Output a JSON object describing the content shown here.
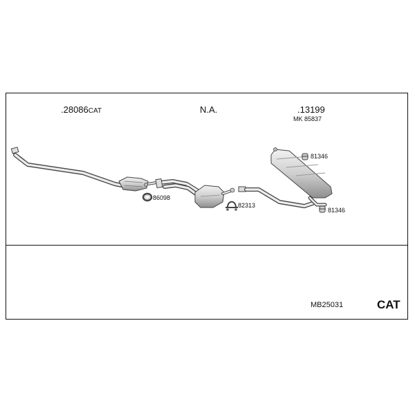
{
  "header": {
    "group_1": {
      "part": ".28086",
      "suffix": "CAT"
    },
    "group_2": {
      "part": "N.A."
    },
    "group_3": {
      "part": ".13199",
      "kit": "MK 85837"
    }
  },
  "callouts": {
    "ring": "86098",
    "clamp": "82313",
    "hanger_top": "81346",
    "hanger_bottom": "81346"
  },
  "footer": {
    "code": "MB25031",
    "category": "CAT"
  }
}
